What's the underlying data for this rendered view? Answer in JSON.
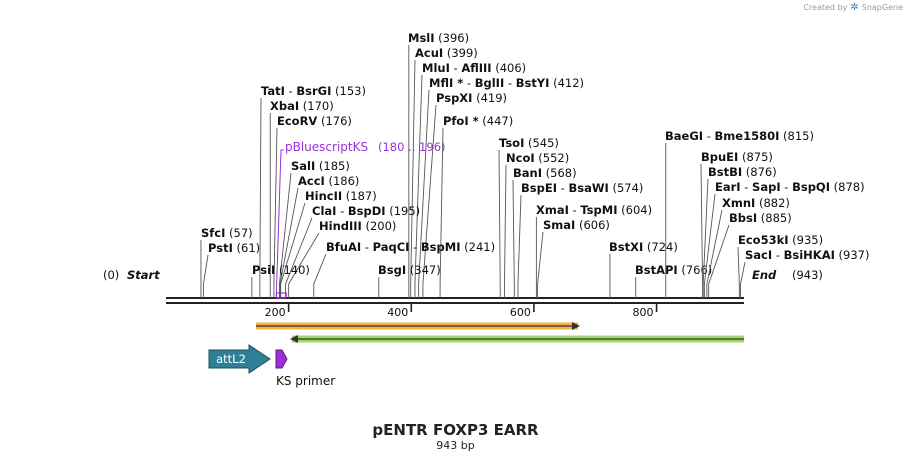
{
  "credit": {
    "prefix": "Created by",
    "brand": "SnapGene"
  },
  "title": "pENTR FOXP3 EARR",
  "subtitle": "943 bp",
  "start_label": {
    "pos": "(0)",
    "name": "Start"
  },
  "end_label": {
    "name": "End",
    "pos": "(943)"
  },
  "ticks": [
    "200",
    "400",
    "600",
    "800"
  ],
  "enzymes": [
    {
      "parts": [
        "MslI"
      ],
      "pos": "(396)"
    },
    {
      "parts": [
        "AcuI"
      ],
      "pos": "(399)"
    },
    {
      "parts": [
        "MluI",
        "AflIII"
      ],
      "pos": "(406)"
    },
    {
      "parts": [
        "MflI *",
        "BglII",
        "BstYI"
      ],
      "pos": "(412)"
    },
    {
      "parts": [
        "PspXI"
      ],
      "pos": "(419)"
    },
    {
      "parts": [
        "PfoI *"
      ],
      "pos": "(447)"
    },
    {
      "parts": [
        "TatI",
        "BsrGI"
      ],
      "pos": "(153)"
    },
    {
      "parts": [
        "XbaI"
      ],
      "pos": "(170)"
    },
    {
      "parts": [
        "EcoRV"
      ],
      "pos": "(176)"
    },
    {
      "parts": [
        "SalI"
      ],
      "pos": "(185)"
    },
    {
      "parts": [
        "AccI"
      ],
      "pos": "(186)"
    },
    {
      "parts": [
        "HincII"
      ],
      "pos": "(187)"
    },
    {
      "parts": [
        "ClaI",
        "BspDI"
      ],
      "pos": "(195)"
    },
    {
      "parts": [
        "HindIII"
      ],
      "pos": "(200)"
    },
    {
      "parts": [
        "BfuAI",
        "PaqCI",
        "BspMI"
      ],
      "pos": "(241)"
    },
    {
      "parts": [
        "BsgI"
      ],
      "pos": "(347)"
    },
    {
      "parts": [
        "SfcI"
      ],
      "pos": "(57)"
    },
    {
      "parts": [
        "PstI"
      ],
      "pos": "(61)"
    },
    {
      "parts": [
        "PsiI"
      ],
      "pos": "(140)"
    },
    {
      "parts": [
        "TsoI"
      ],
      "pos": "(545)"
    },
    {
      "parts": [
        "NcoI"
      ],
      "pos": "(552)"
    },
    {
      "parts": [
        "BanI"
      ],
      "pos": "(568)"
    },
    {
      "parts": [
        "BspEI",
        "BsaWI"
      ],
      "pos": "(574)"
    },
    {
      "parts": [
        "XmaI",
        "TspMI"
      ],
      "pos": "(604)"
    },
    {
      "parts": [
        "SmaI"
      ],
      "pos": "(606)"
    },
    {
      "parts": [
        "BstXI"
      ],
      "pos": "(724)"
    },
    {
      "parts": [
        "BstAPI"
      ],
      "pos": "(766)"
    },
    {
      "parts": [
        "BaeGI",
        "Bme1580I"
      ],
      "pos": "(815)"
    },
    {
      "parts": [
        "BpuEI"
      ],
      "pos": "(875)"
    },
    {
      "parts": [
        "BstBI"
      ],
      "pos": "(876)"
    },
    {
      "parts": [
        "EarI",
        "SapI",
        "BspQI"
      ],
      "pos": "(878)"
    },
    {
      "parts": [
        "XmnI"
      ],
      "pos": "(882)"
    },
    {
      "parts": [
        "BbsI"
      ],
      "pos": "(885)"
    },
    {
      "parts": [
        "Eco53kI"
      ],
      "pos": "(935)"
    },
    {
      "parts": [
        "SacI",
        "BsiHKAI"
      ],
      "pos": "(937)"
    }
  ],
  "feature_label": {
    "name": "pBluescriptKS",
    "range": "(180 .. 196)",
    "color": "#9b30d9"
  },
  "features": {
    "orange": {
      "color": "#f5a623"
    },
    "green": {
      "color": "#8fd14f"
    },
    "attL2": {
      "label": "attL2",
      "color": "#2f7f96"
    },
    "ks_primer": {
      "label": "KS primer",
      "color": "#9b30d9"
    }
  }
}
